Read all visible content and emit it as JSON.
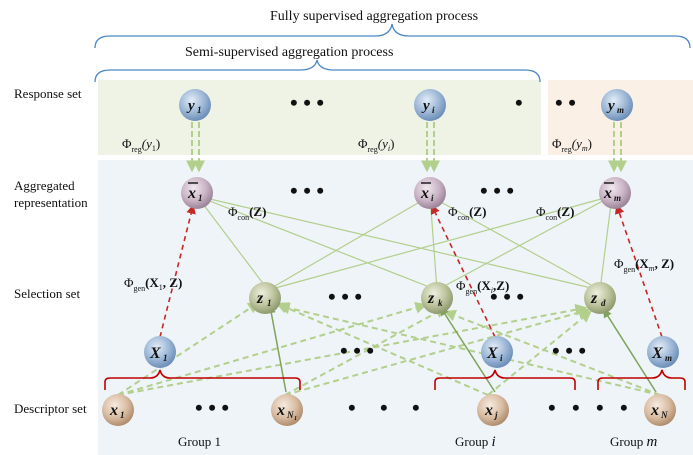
{
  "titles": {
    "fully": "Fully supervised  aggregation process",
    "semi": "Semi-supervised aggregation process"
  },
  "row_labels": {
    "response": "Response set",
    "aggregated_line1": "Aggregated",
    "aggregated_line2": "representation",
    "selection": "Selection set",
    "descriptor": "Descriptor set"
  },
  "group_labels": {
    "g1": "Group 1",
    "gi_word": "Group",
    "gi_idx": "i",
    "gm_word": "Group",
    "gm_idx": "m"
  },
  "nodes": {
    "y1": {
      "base": "y",
      "sub": "1"
    },
    "yi": {
      "base": "y",
      "sub": "i"
    },
    "ym": {
      "base": "y",
      "sub": "m"
    },
    "x1bar": {
      "base": "x",
      "sub": "1"
    },
    "xibar": {
      "base": "x",
      "sub": "i"
    },
    "xmbar": {
      "base": "x",
      "sub": "m"
    },
    "z1": {
      "base": "z",
      "sub": "1"
    },
    "zk": {
      "base": "z",
      "sub": "k"
    },
    "zd": {
      "base": "z",
      "sub": "d"
    },
    "X1": {
      "base": "X",
      "sub": "1"
    },
    "Xi": {
      "base": "X",
      "sub": "i"
    },
    "Xm": {
      "base": "X",
      "sub": "m"
    },
    "x1": {
      "base": "x",
      "sub": "1"
    },
    "xN1": {
      "base": "x",
      "sub": "N",
      "subsub": "1"
    },
    "xj": {
      "base": "x",
      "sub": "j"
    },
    "xN": {
      "base": "x",
      "sub": "N"
    }
  },
  "phi": {
    "symbol": "Φ",
    "reg_sub": "reg",
    "con_sub": "con",
    "gen_sub": "gen",
    "reg1_arg": "(y",
    "reg1_idx": "1",
    "regi_idx": "i",
    "regm_idx": "m",
    "close": ")",
    "con_arg": "(Z)",
    "gen1_arg": "(X",
    "gen1_idx": "1",
    "geni_idx": "i",
    "genm_idx": "m",
    "gen_tail": ", Z)",
    "gen_tail_short": ",Z)"
  },
  "ellipsis": "• • •",
  "colors": {
    "response_bg": "#eff3e6",
    "response_bg_m": "#fbf0e6",
    "main_bg": "#eef4f8",
    "brace": "#4a86c5",
    "green": "#b3cf8c",
    "green_dark": "#7fa35a",
    "red_dashed": "#c62828",
    "group_brace": "#c00000"
  }
}
